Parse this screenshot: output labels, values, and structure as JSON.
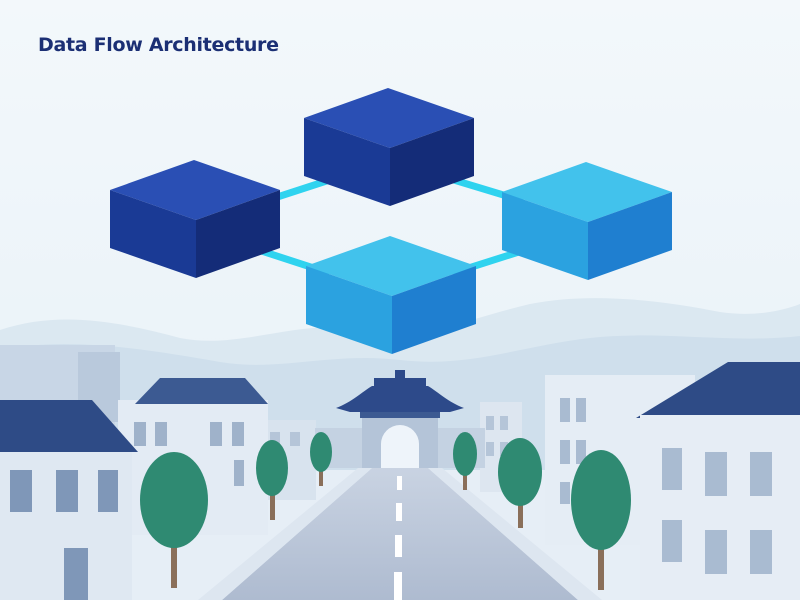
{
  "header": {
    "title": "Data Flow Architecture"
  },
  "diagram": {
    "nodes": [
      {
        "id": "node-top",
        "name": "top-cube"
      },
      {
        "id": "node-left",
        "name": "left-cube"
      },
      {
        "id": "node-right",
        "name": "right-cube"
      },
      {
        "id": "node-bottom",
        "name": "bottom-cube"
      }
    ],
    "connectors": [
      {
        "from": "node-left",
        "to": "node-top"
      },
      {
        "from": "node-top",
        "to": "node-right"
      },
      {
        "from": "node-left",
        "to": "node-bottom"
      },
      {
        "from": "node-bottom",
        "to": "node-right"
      }
    ]
  },
  "colors": {
    "title": "#1b2f74",
    "cube_dark_top": "#2a4fb4",
    "cube_dark_front": "#1a3a95",
    "cube_dark_side": "#142c78",
    "cube_light_top": "#42c2ec",
    "cube_light_front": "#2ba2e0",
    "cube_light_side": "#1f7fd0",
    "connector": "#2fd3ef",
    "road": "#b7c5d9",
    "tree": "#2f8a72",
    "sky": "#eef5fa"
  }
}
